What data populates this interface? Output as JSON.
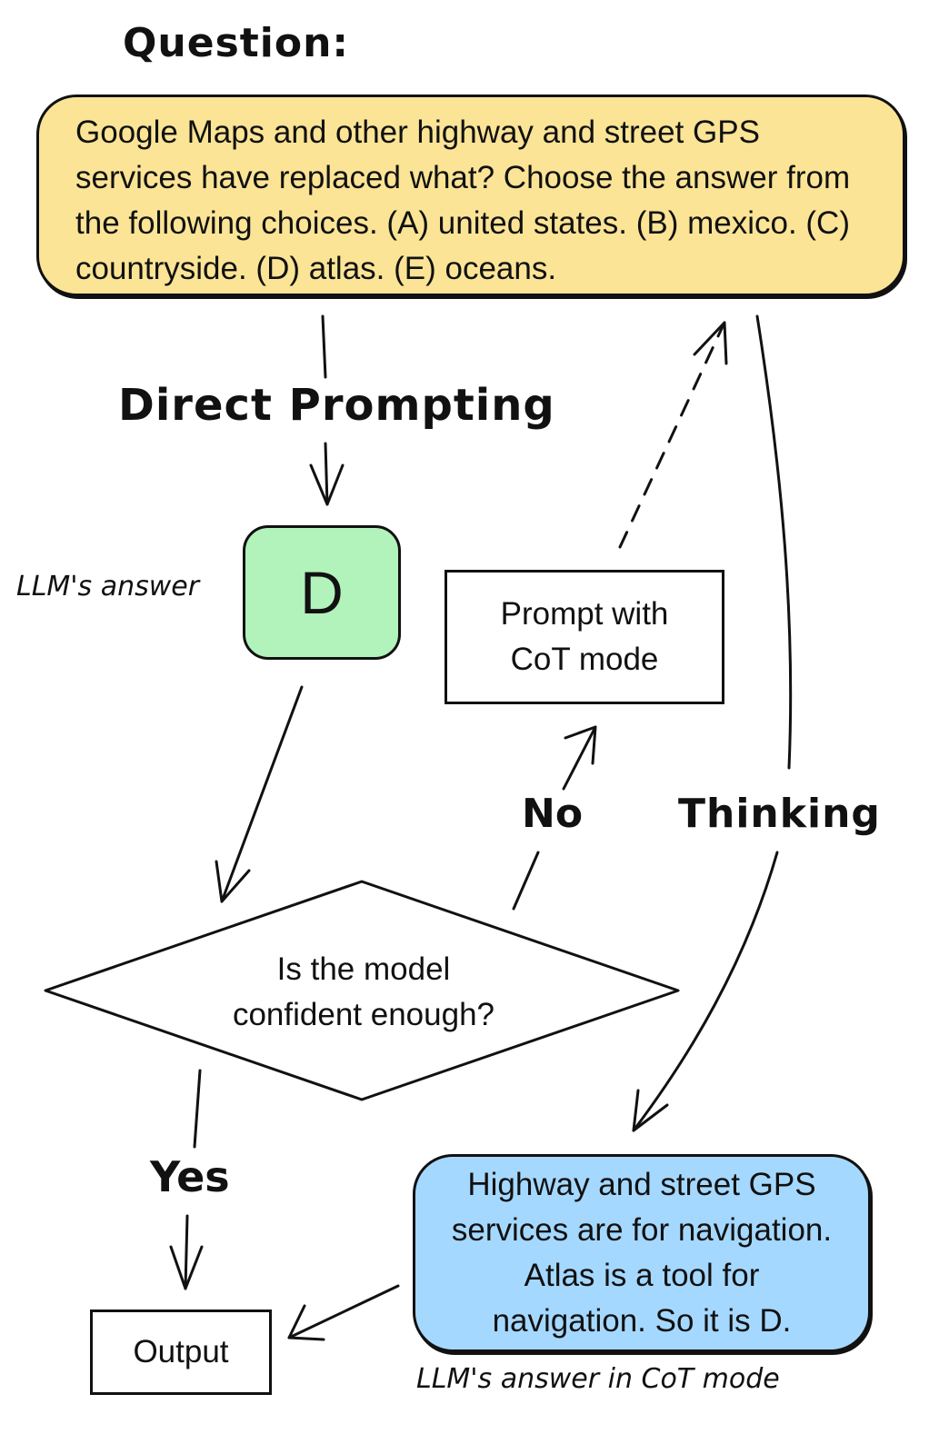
{
  "question": {
    "title": "Question:",
    "text": "Google Maps and other highway and street GPS services have replaced what? Choose the answer from the following choices. (A) united states. (B) mexico. (C) countryside. (D) atlas. (E) oceans."
  },
  "direct": {
    "label": "Direct Prompting",
    "answer": "D",
    "answer_label": "LLM's answer"
  },
  "cot_box": {
    "line1": "Prompt with",
    "line2": "CoT mode"
  },
  "decision": {
    "line1": "Is the model",
    "line2": "confident enough?",
    "no_label": "No",
    "yes_label": "Yes"
  },
  "thinking_label": "Thinking",
  "cot_answer": {
    "line1": "Highway and street GPS",
    "line2": "services are for navigation.",
    "line3": "Atlas is a tool for",
    "line4": "navigation. So it is D.",
    "caption": "LLM's answer in CoT mode"
  },
  "output": {
    "label": "Output"
  },
  "colors": {
    "question_fill": "#fbe496",
    "answer_fill": "#b2f2bb",
    "cot_answer_fill": "#a5d8ff",
    "stroke": "#111111"
  }
}
